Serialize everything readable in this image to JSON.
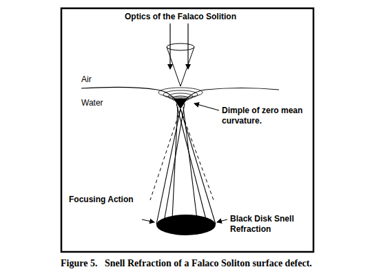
{
  "diagram": {
    "title": "Optics of the Falaco Solition",
    "caption": "Figure 5.   Snell Refraction of a Falaco Soliton surface defect.",
    "labels": [
      "Air",
      "Water",
      "Dimple of zero mean curvature.",
      "Focusing Action",
      "Black Disk Snell Refraction"
    ]
  }
}
